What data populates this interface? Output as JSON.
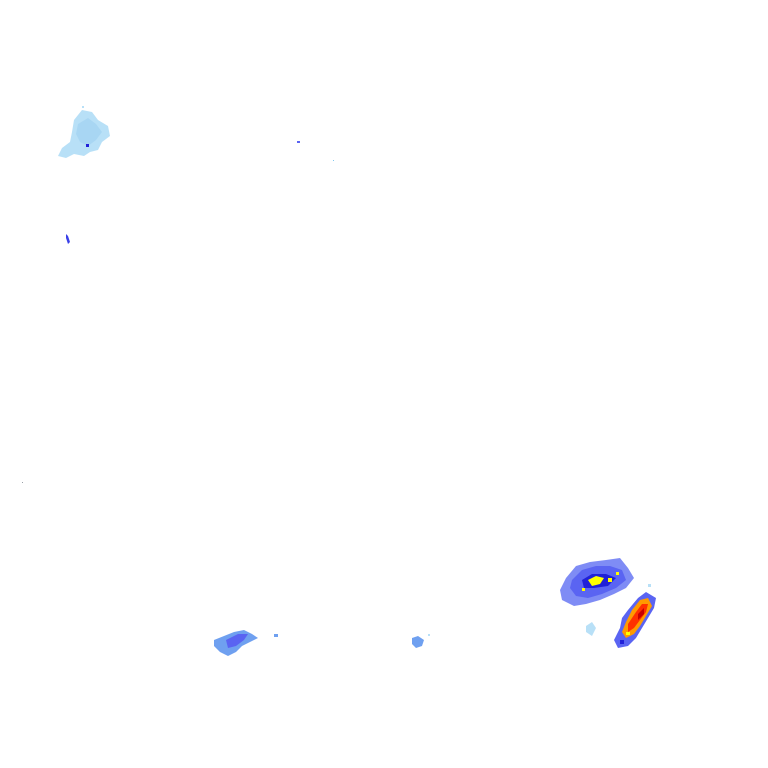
{
  "map": {
    "type": "weather-radar-reflectivity-overlay",
    "background": "#ffffff",
    "palette": {
      "very_light": "#b8e0f7",
      "light": "#7fc8f0",
      "light_medium": "#6fa0f0",
      "medium": "#5a64f2",
      "medium_heavy": "#2020d8",
      "heavy": "#ffff00",
      "very_heavy": "#ff9a00",
      "intense": "#ff3000",
      "extreme": "#c80000"
    },
    "echo_cells": [
      {
        "name": "echo-northwest",
        "peak_intensity": "medium_heavy"
      },
      {
        "name": "echo-northwest-small",
        "peak_intensity": "medium"
      },
      {
        "name": "echo-west-speck",
        "peak_intensity": "medium"
      },
      {
        "name": "echo-south-central",
        "peak_intensity": "medium"
      },
      {
        "name": "echo-south-small",
        "peak_intensity": "light_medium"
      },
      {
        "name": "echo-southeast-cluster",
        "peak_intensity": "heavy"
      },
      {
        "name": "echo-southeast-line",
        "peak_intensity": "extreme"
      }
    ]
  }
}
